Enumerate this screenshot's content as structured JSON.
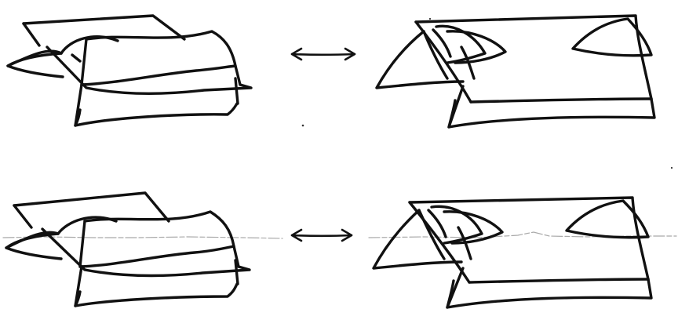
{
  "figure": {
    "rows": [
      {
        "name": "top-row",
        "left_drawing": "surface-sheets-move-left",
        "relation": "equivalent",
        "right_drawing": "surface-sheets-move-right"
      },
      {
        "name": "bottom-row",
        "left_drawing": "surface-sheets-move-left",
        "relation": "equivalent",
        "right_drawing": "surface-sheets-move-right"
      }
    ],
    "arrow_icon": "double-headed-arrow-icon",
    "divider": "faint-dashed-horizontal-line",
    "colors": {
      "ink": "#111111",
      "faint_line": "#a9a9a9",
      "paper": "#ffffff"
    }
  }
}
